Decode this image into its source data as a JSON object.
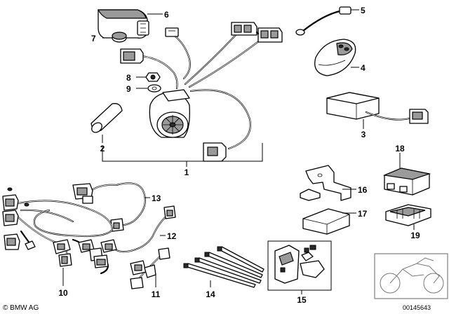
{
  "callouts": {
    "c1": "1",
    "c2": "2",
    "c3": "3",
    "c4": "4",
    "c5": "5",
    "c6": "6",
    "c7": "7",
    "c8": "8",
    "c9": "9",
    "c10": "10",
    "c11": "11",
    "c12": "12",
    "c13": "13",
    "c14": "14",
    "c15": "15",
    "c16": "16",
    "c17": "17",
    "c18": "18",
    "c19": "19"
  },
  "footer": {
    "brand": "© BMW AG",
    "doc_id": "00145643"
  }
}
